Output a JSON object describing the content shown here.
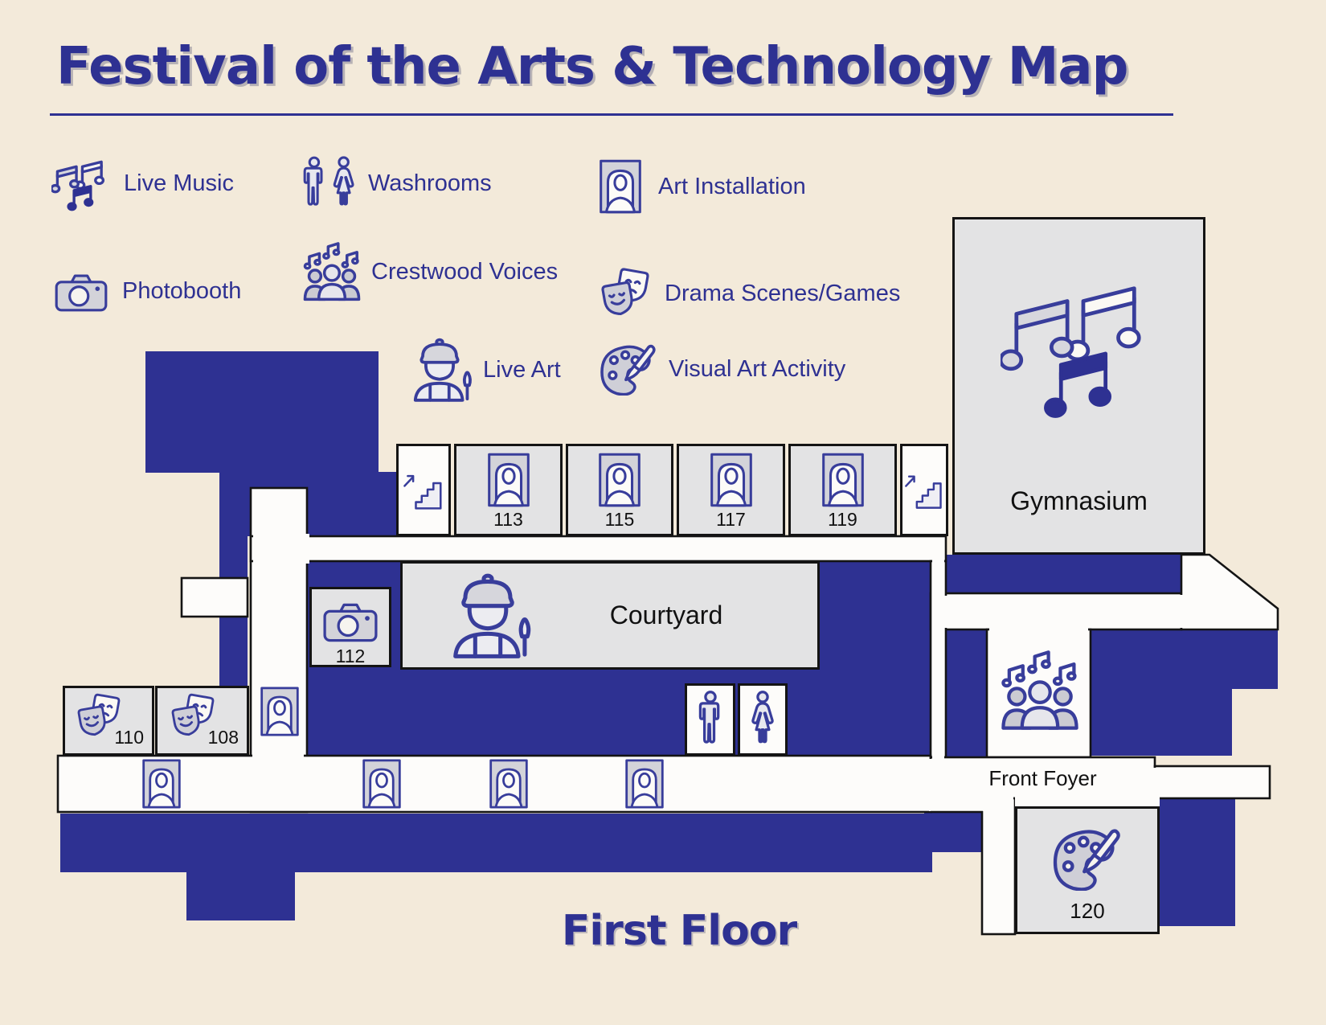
{
  "title": "Festival of the Arts & Technology Map",
  "floor_label": "First Floor",
  "colors": {
    "background": "#F3EADA",
    "primary_blue": "#2E3192",
    "icon_stroke": "#383D9B",
    "room_fill": "#E3E3E4",
    "corridor_fill": "#FDFCFA",
    "outline": "#141414"
  },
  "legend": {
    "items": [
      {
        "icon": "music",
        "label": "Live Music"
      },
      {
        "icon": "washrooms",
        "label": "Washrooms"
      },
      {
        "icon": "art",
        "label": "Art Installation"
      },
      {
        "icon": "camera",
        "label": "Photobooth"
      },
      {
        "icon": "choir",
        "label": "Crestwood Voices"
      },
      {
        "icon": "masks",
        "label": "Drama Scenes/Games"
      },
      {
        "icon": "liveart",
        "label": "Live Art"
      },
      {
        "icon": "palette",
        "label": "Visual Art Activity"
      }
    ]
  },
  "map": {
    "areas": {
      "gymnasium": {
        "label": "Gymnasium",
        "icon": "music"
      },
      "courtyard": {
        "label": "Courtyard",
        "icon": "liveart"
      },
      "front_foyer": {
        "label": "Front Foyer"
      }
    },
    "rooms": [
      {
        "number": "113",
        "icon": "art"
      },
      {
        "number": "115",
        "icon": "art"
      },
      {
        "number": "117",
        "icon": "art"
      },
      {
        "number": "119",
        "icon": "art"
      },
      {
        "number": "112",
        "icon": "camera"
      },
      {
        "number": "110",
        "icon": "masks"
      },
      {
        "number": "108",
        "icon": "masks"
      },
      {
        "number": "120",
        "icon": "palette"
      }
    ],
    "hallway_icons": [
      {
        "icon": "stairs"
      },
      {
        "icon": "stairs"
      },
      {
        "icon": "art"
      },
      {
        "icon": "art"
      },
      {
        "icon": "art"
      },
      {
        "icon": "art"
      },
      {
        "icon": "art"
      },
      {
        "icon": "choir"
      },
      {
        "icon": "man"
      },
      {
        "icon": "woman"
      }
    ]
  }
}
